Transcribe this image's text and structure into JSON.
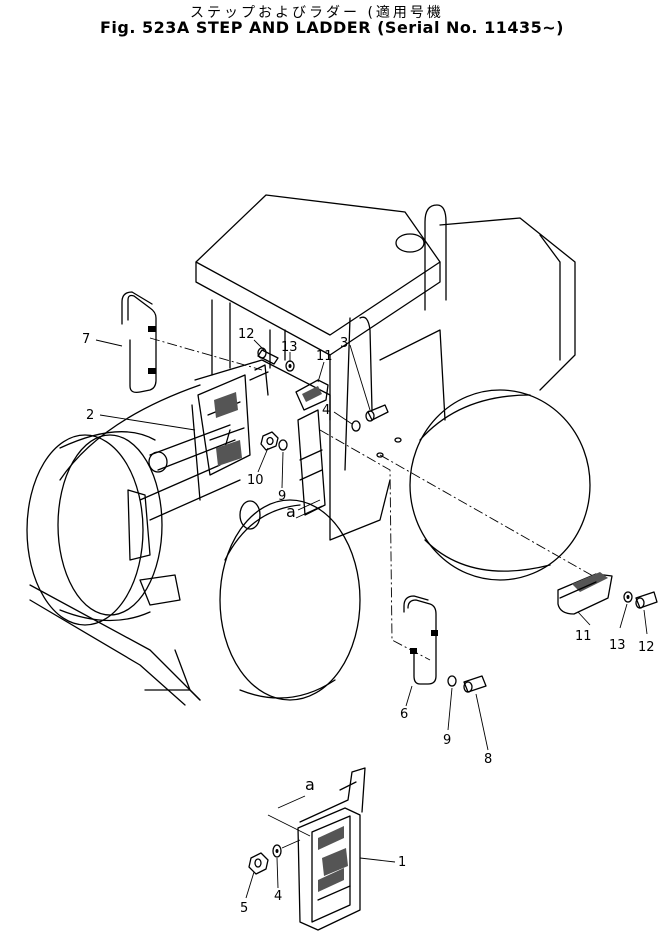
{
  "header": {
    "title_jp": "ステップおよびラダー (適用号機",
    "title_en": "Fig. 523A STEP AND LADDER (Serial No. 11435~)"
  },
  "callouts": {
    "c7": "7",
    "c2": "2",
    "c12a": "12",
    "c13a": "13",
    "c11a": "11",
    "c3": "3",
    "c4a": "4",
    "c10": "10",
    "c9a": "9",
    "ca1": "a",
    "c11b": "11",
    "c13b": "13",
    "c12b": "12",
    "c6": "6",
    "c9b": "9",
    "c8": "8",
    "ca2": "a",
    "c1": "1",
    "c5": "5",
    "c4b": "4"
  }
}
